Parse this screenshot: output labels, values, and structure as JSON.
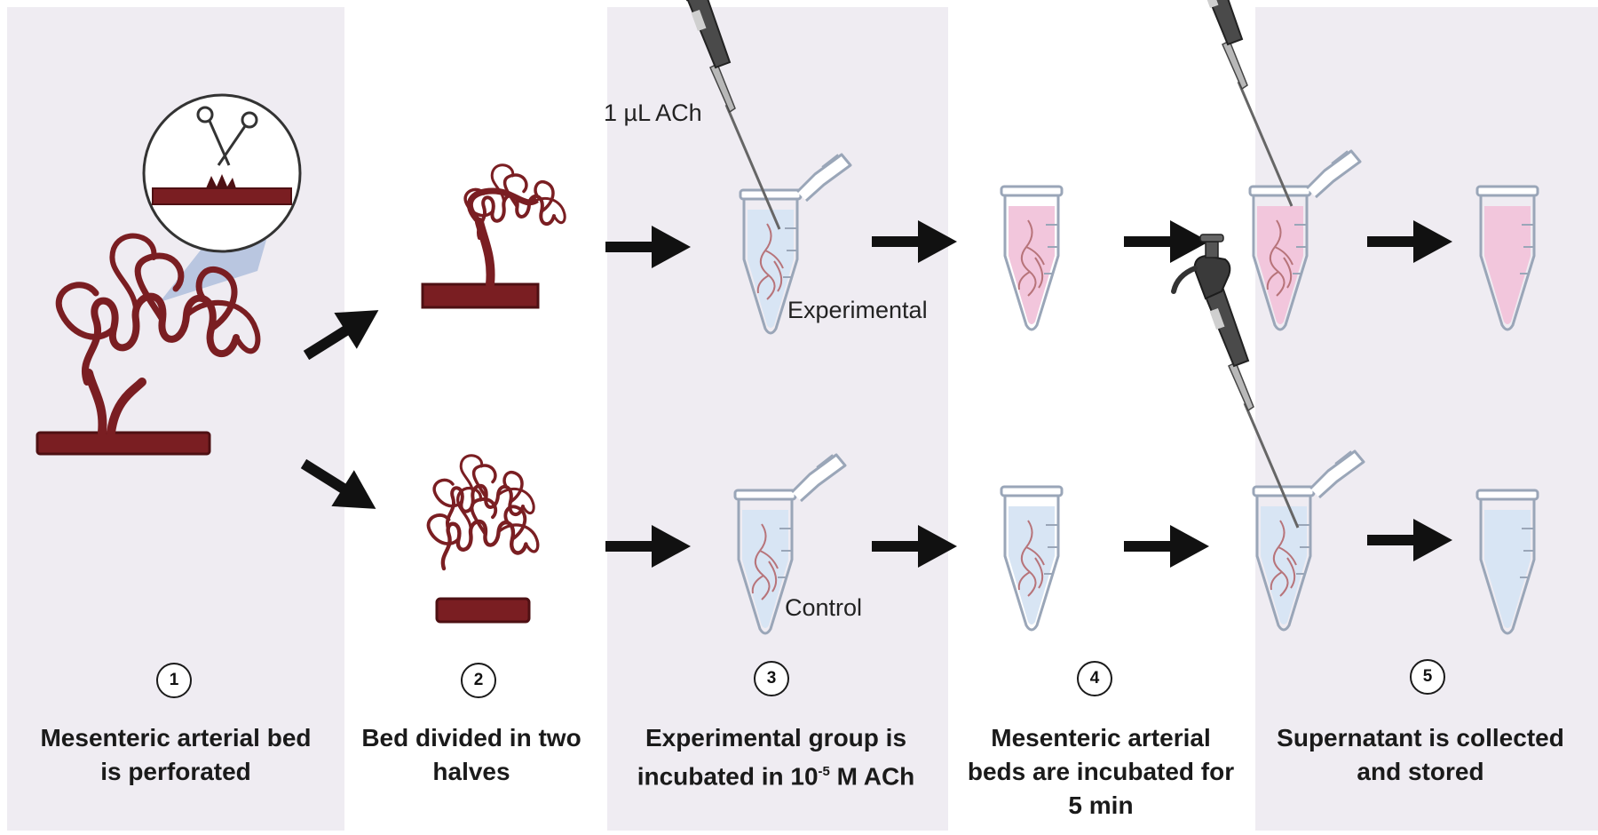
{
  "colors": {
    "panel_shade": "#efecf2",
    "artery": "#7a1e22",
    "artery_dark": "#4e1013",
    "arrow": "#111111",
    "solution_pink": "#f2c6dc",
    "solution_blue": "#d8e5f4",
    "tube_outline": "#9aa6b8",
    "pipette_body": "#4a4a4a"
  },
  "panels": [
    {
      "step": "1",
      "caption_line1": "Mesenteric arterial bed",
      "caption_line2": "is perforated"
    },
    {
      "step": "2",
      "caption_line1": "Bed divided in two",
      "caption_line2": "halves"
    },
    {
      "step": "3",
      "caption_line1": "Experimental group is",
      "caption_prefix": "incubated in 10",
      "caption_sup": "-5",
      "caption_suffix": " M ACh"
    },
    {
      "step": "4",
      "caption_line1": "Mesenteric arterial",
      "caption_line2": "beds are incubated for",
      "caption_line3": "5 min"
    },
    {
      "step": "5",
      "caption_line1": "Supernatant is collected",
      "caption_line2": "and stored"
    }
  ],
  "labels": {
    "ach_dose": "1 µL ACh",
    "experimental": "Experimental",
    "control": "Control"
  },
  "icons": [
    "scissors-icon",
    "pipette-icon",
    "microcentrifuge-tube-icon",
    "arrow-right-icon",
    "mesenteric-vessel-icon"
  ]
}
